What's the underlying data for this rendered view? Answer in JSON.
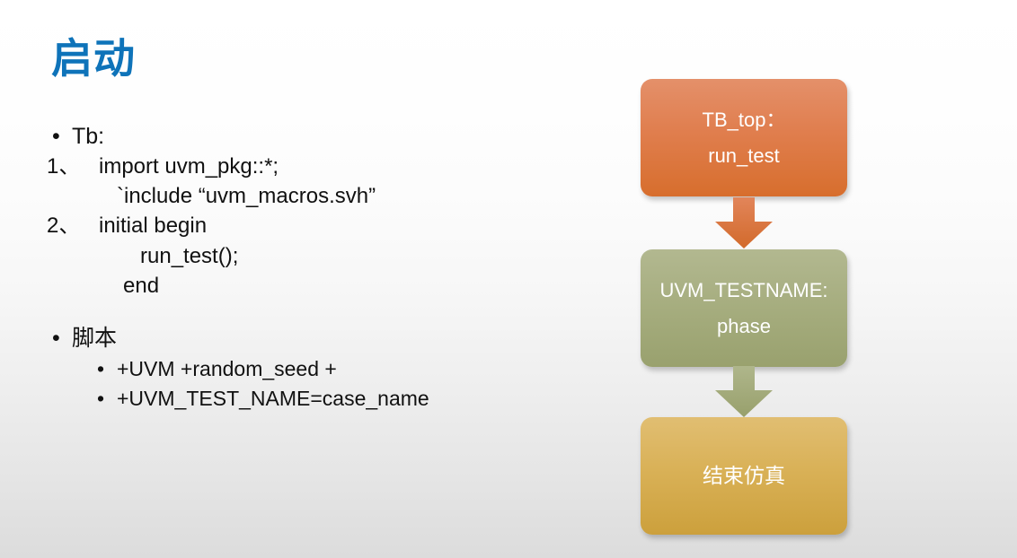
{
  "slide": {
    "title": "启动"
  },
  "content": {
    "bullet_tb": {
      "marker": "•",
      "label": "Tb:"
    },
    "item1": {
      "num": "1、",
      "text": "import uvm_pkg::*;",
      "cont": "`include “uvm_macros.svh”"
    },
    "item2": {
      "num": "2、",
      "text": "initial begin",
      "cont": "run_test();",
      "end": "end"
    },
    "bullet_script": {
      "marker": "•",
      "label": "脚本",
      "subitems": [
        {
          "marker": "•",
          "text": "+UVM +random_seed +"
        },
        {
          "marker": "•",
          "text": "+UVM_TEST_NAME=case_name"
        }
      ]
    }
  },
  "flow": {
    "nodes": [
      {
        "id": "tb-top",
        "line1": "TB_top：",
        "line2": "run_test",
        "color_top": "#E4906A",
        "color_bottom": "#D76E2D"
      },
      {
        "id": "uvm-testname",
        "line1": "UVM_TESTNAME:",
        "line2": "phase",
        "color_top": "#B2B890",
        "color_bottom": "#99A16E"
      },
      {
        "id": "end-sim",
        "line1": "结束仿真",
        "line2": "",
        "color_top": "#E1BE72",
        "color_bottom": "#CCA03C"
      }
    ],
    "arrows": [
      {
        "id": "arrow-orange",
        "direction": "down",
        "color": "#DB7938"
      },
      {
        "id": "arrow-green",
        "direction": "down",
        "color": "#A4AC7D"
      }
    ]
  },
  "colors": {
    "title": "#0E73B9",
    "text": "#111111",
    "background_top": "#FFFFFF",
    "background_bottom": "#DCDCDC"
  }
}
